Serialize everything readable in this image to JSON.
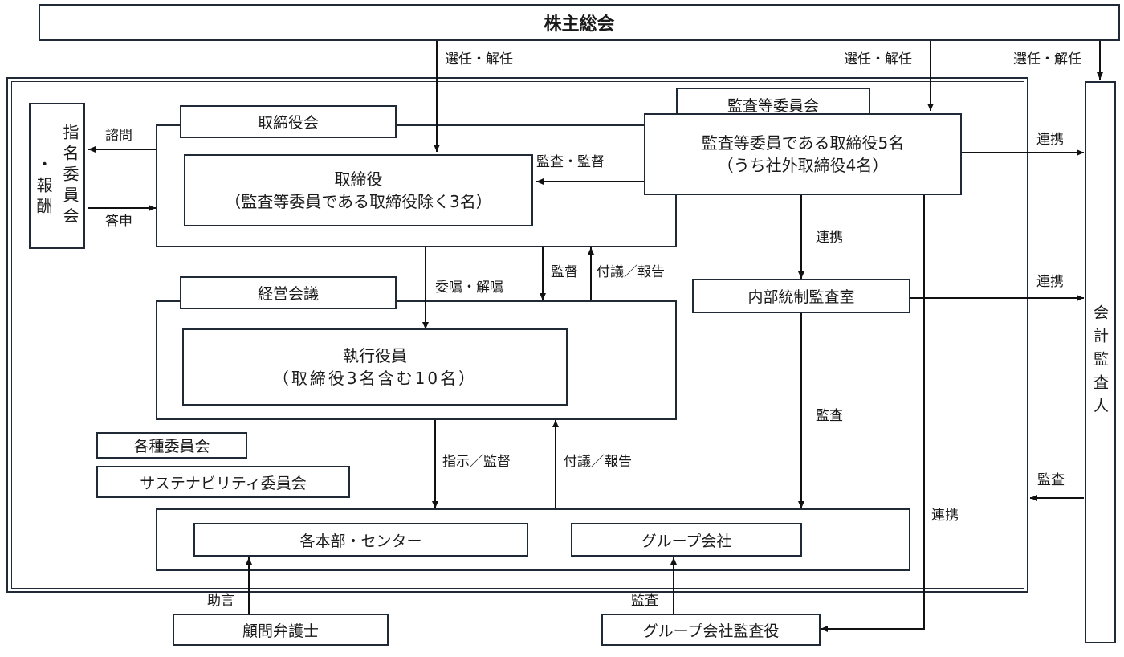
{
  "shareholders": "株主総会",
  "board": {
    "title": "取締役会",
    "directors_line1": "取締役",
    "directors_line2": "（監査等委員である取締役除く3名）"
  },
  "audit_committee": {
    "title": "監査等委員会",
    "line1": "監査等委員である取締役5名",
    "line2": "（うち社外取締役4名）"
  },
  "nomination_committee": "指名委員会・報酬",
  "nomination_committee_cols": [
    "指名委員会",
    "・報酬"
  ],
  "management_meeting": {
    "title": "経営会議",
    "officers_line1": "執行役員",
    "officers_line2": "（取締役3名含む10名）"
  },
  "committees": [
    "各種委員会",
    "サステナビリティ委員会"
  ],
  "internal_audit": "内部統制監査室",
  "divisions": "各本部・センター",
  "group_companies": "グループ会社",
  "legal_advisor": "顧問弁護士",
  "group_auditor": "グループ会社監査役",
  "accounting_auditor": "会計監査人",
  "edge_labels": {
    "elect1": "選任・解任",
    "elect2": "選任・解任",
    "elect3": "選任・解任",
    "consult": "諮問",
    "report_back": "答申",
    "audit_supervise": "監査・監督",
    "coop1": "連携",
    "coop2": "連携",
    "coop3": "連携",
    "coop4": "連携",
    "commission": "委嘱・解嘱",
    "supervise": "監督",
    "submit_report1": "付議／報告",
    "instruct": "指示／監督",
    "submit_report2": "付議／報告",
    "audit1": "監査",
    "audit2": "監査",
    "audit3": "監査",
    "advice": "助言"
  }
}
